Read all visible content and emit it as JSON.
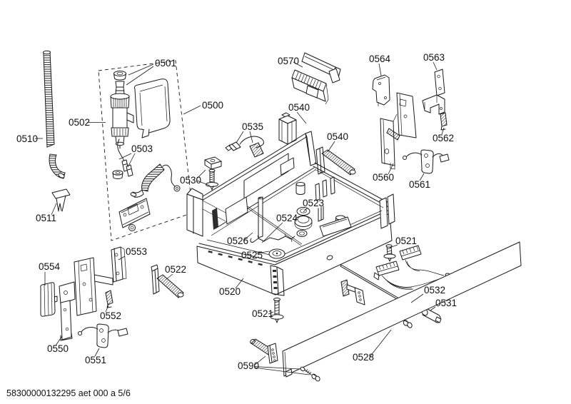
{
  "page": {
    "background": "#ffffff",
    "line_color": "#1a1a1a",
    "footer": "58300000132295 aet 000 a 5/6"
  },
  "labels": {
    "l0501": "0501",
    "l0500": "0500",
    "l0502": "0502",
    "l0503": "0503",
    "l0510": "0510",
    "l0511": "0511",
    "l0530": "0530",
    "l0535": "0535",
    "l0570": "0570",
    "l0540a": "0540",
    "l0540b": "0540",
    "l0564": "0564",
    "l0563": "0563",
    "l0562": "0562",
    "l0560": "0560",
    "l0561": "0561",
    "l0523": "0523",
    "l0524": "0524",
    "l0526": "0526",
    "l0525": "0525",
    "l0553": "0553",
    "l0554": "0554",
    "l0522": "0522",
    "l0552": "0552",
    "l0550": "0550",
    "l0551": "0551",
    "l0520": "0520",
    "l0521a": "0521",
    "l0521b": "0521",
    "l0532": "0532",
    "l0531": "0531",
    "l0528": "0528",
    "l0590": "0590"
  }
}
